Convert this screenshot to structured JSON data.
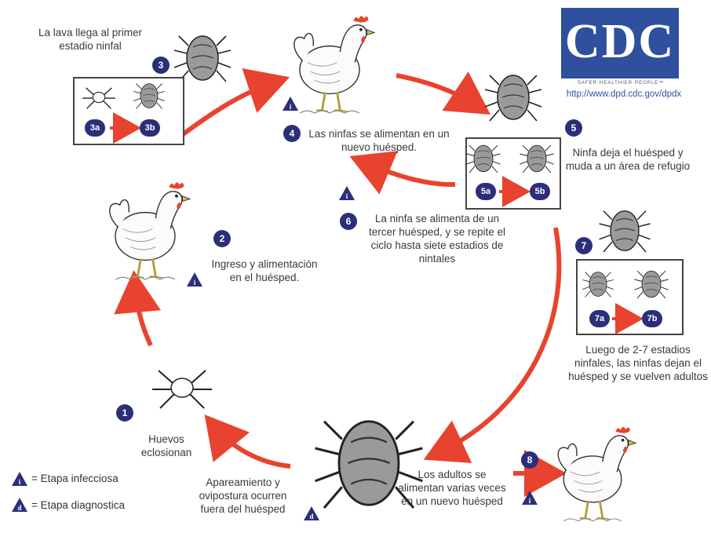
{
  "logo": {
    "letters": "CDC",
    "tagline": "SAFER·HEALTHIER·PEOPLE™",
    "url": "http://www.dpd.cdc.gov/dpdx",
    "color": "#2f4f9f"
  },
  "colors": {
    "arrow": "#e8432e",
    "badge": "#2b2f7a",
    "mite": "#444444",
    "hen_comb": "#e8432e"
  },
  "stages": {
    "s1": {
      "num": "1",
      "text": "Huevos eclosionan"
    },
    "s2": {
      "num": "2",
      "text": "Ingreso y alimentación en el huésped."
    },
    "s3": {
      "num": "3",
      "text": "La lava llega al primer estadio ninfal",
      "a": "3a",
      "b": "3b"
    },
    "s4": {
      "num": "4",
      "text": "Las ninfas se alimentan en un nuevo huésped."
    },
    "s5": {
      "num": "5",
      "text": "Ninfa deja el huésped y muda a un área de refugio",
      "a": "5a",
      "b": "5b"
    },
    "s6": {
      "num": "6",
      "text": "La ninfa se alimenta de un tercer huésped, y se repite el ciclo  hasta siete estadios de nintales"
    },
    "s7": {
      "num": "7",
      "text": "Luego de 2-7 estadios ninfales, las ninfas dejan el huésped y se vuelven adultos",
      "a": "7a",
      "b": "7b"
    },
    "s8": {
      "num": "8",
      "text": "Los adultos se alimentan varias veces en un nuevo huésped"
    },
    "mating": {
      "text": "Apareamiento y ovipostura ocurren fuera del huésped"
    }
  },
  "legend": {
    "infective_symbol": "i",
    "infective": "= Etapa infecciosa",
    "diagnostic_symbol": "d",
    "diagnostic": "= Etapa diagnostica"
  }
}
